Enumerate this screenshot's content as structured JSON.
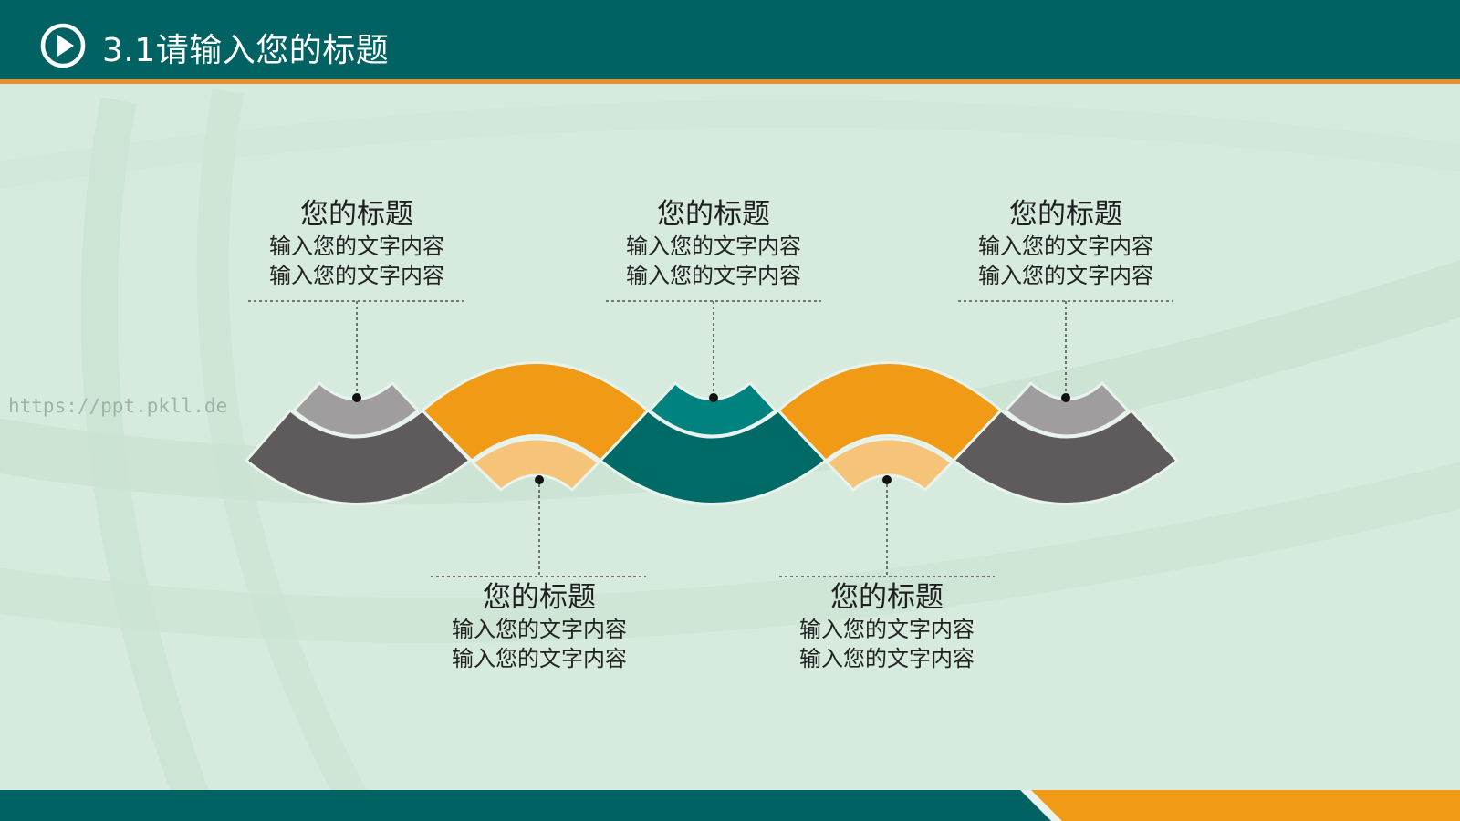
{
  "header": {
    "title": "3.1请输入您的标题",
    "icon": "play-circle-icon"
  },
  "watermark": "https://ppt.pkll.de",
  "colors": {
    "header_bg": "#006262",
    "accent_orange": "#f09a15",
    "light_orange": "#f5c478",
    "teal": "#00827f",
    "dark_teal": "#006a66",
    "gray_dark": "#5f5b5c",
    "gray_light": "#a09d9e",
    "background": "#d6ebde"
  },
  "items": [
    {
      "title": "您的标题",
      "line1": "输入您的文字内容",
      "line2": "输入您的文字内容"
    },
    {
      "title": "您的标题",
      "line1": "输入您的文字内容",
      "line2": "输入您的文字内容"
    },
    {
      "title": "您的标题",
      "line1": "输入您的文字内容",
      "line2": "输入您的文字内容"
    },
    {
      "title": "您的标题",
      "line1": "输入您的文字内容",
      "line2": "输入您的文字内容"
    },
    {
      "title": "您的标题",
      "line1": "输入您的文字内容",
      "line2": "输入您的文字内容"
    }
  ]
}
